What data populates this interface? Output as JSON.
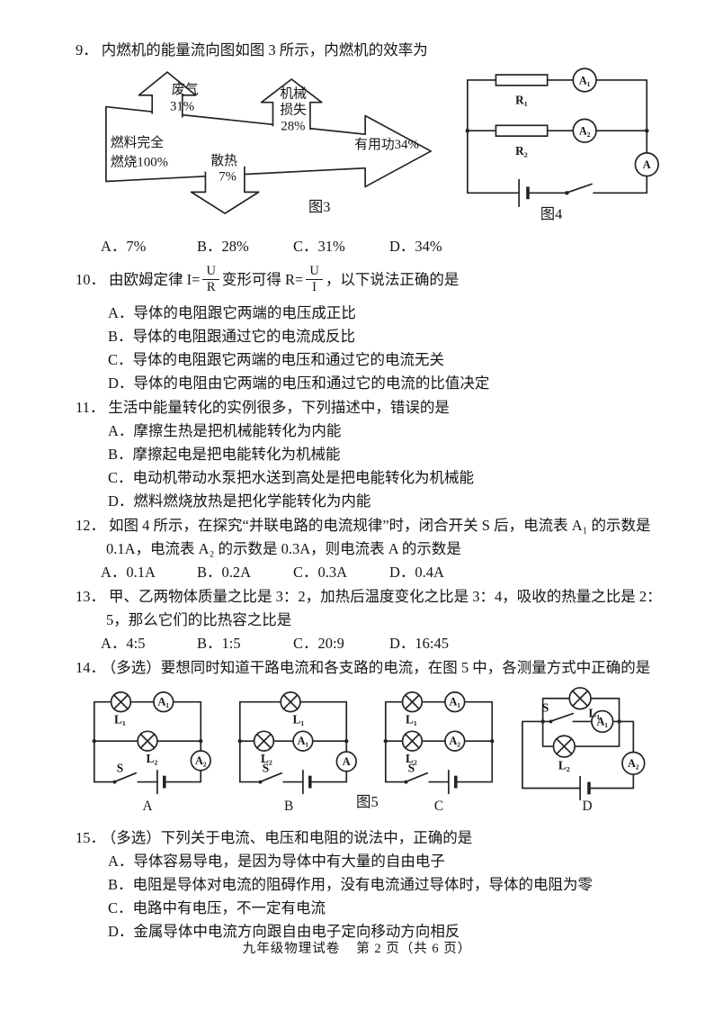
{
  "q9": {
    "num": "9．",
    "text": "内燃机的能量流向图如图 3 所示，内燃机的效率为",
    "fig3": {
      "fuel_line1": "燃料完全",
      "fuel_line2": "燃烧100%",
      "exhaust": "废气",
      "exhaust_pct": "31%",
      "mech_line1": "机械",
      "mech_line2": "损失",
      "mech_pct": "28%",
      "heat": "散热",
      "heat_pct": "7%",
      "useful": "有用功34%",
      "caption": "图3"
    },
    "fig4": {
      "r1": "R₁",
      "r2": "R₂",
      "a1": "A₁",
      "a2": "A₂",
      "a": "A",
      "caption": "图4"
    },
    "opts": [
      "A．7%",
      "B．28%",
      "C．31%",
      "D．34%"
    ]
  },
  "q10": {
    "num": "10．",
    "pre": "由欧姆定律 I=",
    "frac1_num": "U",
    "frac1_den": "R",
    "mid": "变形可得 R=",
    "frac2_num": "U",
    "frac2_den": "I",
    "post": "，以下说法正确的是",
    "opts": [
      "A．导体的电阻跟它两端的电压成正比",
      "B．导体的电阻跟通过它的电流成反比",
      "C．导体的电阻跟它两端的电压和通过它的电流无关",
      "D．导体的电阻由它两端的电压和通过它的电流的比值决定"
    ]
  },
  "q11": {
    "num": "11．",
    "text": "生活中能量转化的实例很多，下列描述中，错误的是",
    "opts": [
      "A．摩擦生热是把机械能转化为内能",
      "B．摩擦起电是把电能转化为机械能",
      "C．电动机带动水泵把水送到高处是把电能转化为机械能",
      "D．燃料燃烧放热是把化学能转化为内能"
    ]
  },
  "q12": {
    "num": "12．",
    "line1": "如图 4 所示，在探究“并联电路的电流规律”时，闭合开关 S 后，电流表 A₁ 的示数是",
    "line2": "0.1A，电流表 A₂ 的示数是 0.3A，则电流表 A 的示数是",
    "opts": [
      "A．0.1A",
      "B．0.2A",
      "C．0.3A",
      "D．0.4A"
    ]
  },
  "q13": {
    "num": "13．",
    "line1": "甲、乙两物体质量之比是 3：2，加热后温度变化之比是 3：4，吸收的热量之比是 2：",
    "line2": "5，那么它们的比热容之比是",
    "opts": [
      "A．4:5",
      "B．1:5",
      "C．20:9",
      "D．16:45"
    ]
  },
  "q14": {
    "num": "14．",
    "text": "（多选）要想同时知道干路电流和各支路的电流，在图 5 中，各测量方式中正确的是",
    "fig5_caption": "图5",
    "labels": {
      "s": "S",
      "l1": "L₁",
      "l2": "L₂",
      "a1": "A₁",
      "a2": "A₂",
      "a": "A"
    },
    "circuit_labels": [
      "A",
      "B",
      "C",
      "D"
    ]
  },
  "q15": {
    "num": "15．",
    "text": "（多选）下列关于电流、电压和电阻的说法中，正确的是",
    "opts": [
      "A．导体容易导电，是因为导体中有大量的自由电子",
      "B．电阻是导体对电流的阻碍作用，没有电流通过导体时，导体的电阻为零",
      "C．电路中有电压，不一定有电流",
      "D．金属导体中电流方向跟自由电子定向移动方向相反"
    ]
  },
  "footer": {
    "exam": "九年级物理试卷",
    "page": "第 2 页（共 6 页）"
  }
}
